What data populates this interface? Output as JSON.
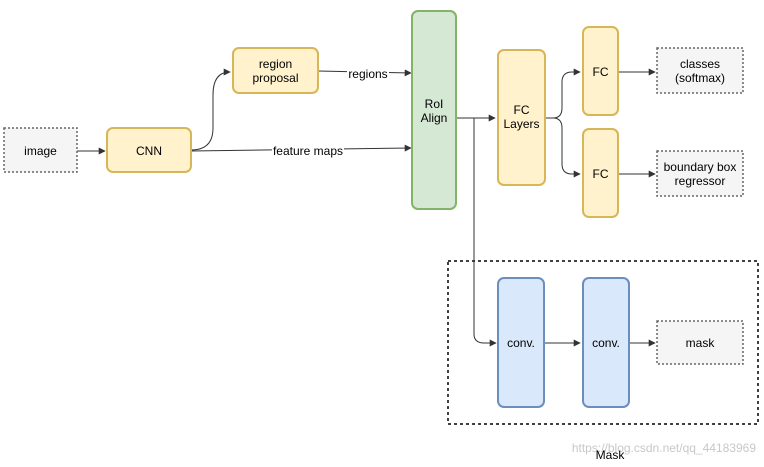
{
  "nodes": {
    "image": {
      "label": "image"
    },
    "cnn": {
      "label": "CNN"
    },
    "region_proposal": {
      "line1": "region",
      "line2": "proposal"
    },
    "roi_align": {
      "line1": "RoI",
      "line2": "Align"
    },
    "fc_layers": {
      "line1": "FC",
      "line2": "Layers"
    },
    "fc_top": {
      "label": "FC"
    },
    "fc_bottom": {
      "label": "FC"
    },
    "classes": {
      "line1": "classes",
      "line2": "(softmax)"
    },
    "boundary_box": {
      "line1": "boundary box",
      "line2": "regressor"
    },
    "conv1": {
      "label": "conv."
    },
    "conv2": {
      "label": "conv."
    },
    "mask": {
      "label": "mask"
    }
  },
  "edges": {
    "regions": "regions",
    "feature_maps": "feature maps"
  },
  "group": {
    "label": "Mask"
  },
  "watermark": "https://blog.csdn.net/qq_44183969",
  "colors": {
    "yellow_fill": "#fff2cc",
    "yellow_stroke": "#d6b656",
    "green_fill": "#d5e8d4",
    "green_stroke": "#82b366",
    "blue_fill": "#dae8fc",
    "blue_stroke": "#6c8ebf",
    "gray_fill": "#f5f5f5",
    "gray_stroke": "#666666",
    "edge": "#333333"
  }
}
